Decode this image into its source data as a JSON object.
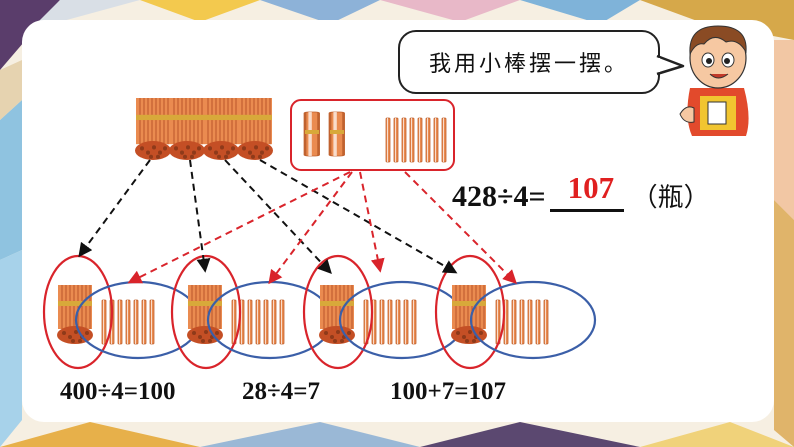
{
  "speech_bubble": {
    "text": "我用小棒摆一摆。"
  },
  "equation": {
    "expression": "428÷4=",
    "answer": "107",
    "unit": "（瓶）"
  },
  "calculations": [
    "400÷4=100",
    "28÷4=7",
    "100+7=107"
  ],
  "colors": {
    "stick": "#e98a52",
    "stick_dark": "#c6562b",
    "red_line": "#d9242b",
    "blue_line": "#3b5fa8",
    "answer": "#e02020"
  },
  "icons": [
    "stick-bundle-icon",
    "single-stick-icon",
    "boy-character-icon"
  ]
}
